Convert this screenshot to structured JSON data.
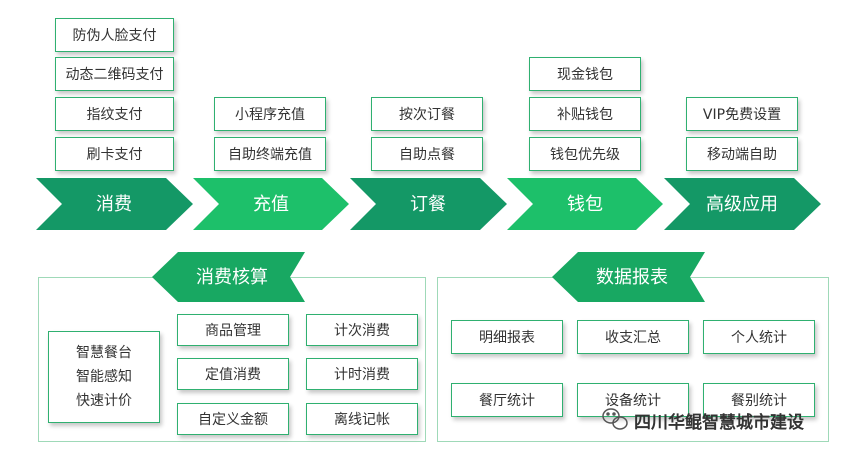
{
  "arrows": [
    {
      "label": "消费",
      "color": "#149866"
    },
    {
      "label": "充值",
      "color": "#1dc06a"
    },
    {
      "label": "订餐",
      "color": "#149866"
    },
    {
      "label": "钱包",
      "color": "#1dc06a"
    },
    {
      "label": "高级应用",
      "color": "#149866"
    }
  ],
  "groups": {
    "consume": [
      "防伪人脸支付",
      "动态二维码支付",
      "指纹支付",
      "刷卡支付"
    ],
    "recharge": [
      "小程序充值",
      "自助终端充值"
    ],
    "order": [
      "按次订餐",
      "自助点餐"
    ],
    "wallet": [
      "现金钱包",
      "补贴钱包",
      "钱包优先级"
    ],
    "advanced": [
      "VIP免费设置",
      "移动端自助"
    ]
  },
  "accounting": {
    "title": "消费核算",
    "color": "#18a862",
    "stack": [
      "智慧餐台",
      "智能感知",
      "快速计价"
    ],
    "items": [
      "商品管理",
      "定值消费",
      "自定义金额",
      "计次消费",
      "计时消费",
      "离线记帐"
    ]
  },
  "reports": {
    "title": "数据报表",
    "color": "#18a862",
    "items": [
      "明细报表",
      "收支汇总",
      "个人统计",
      "餐厅统计",
      "设备统计",
      "餐别统计"
    ]
  },
  "watermark": {
    "text": "四川华鲲智慧城市建设"
  }
}
